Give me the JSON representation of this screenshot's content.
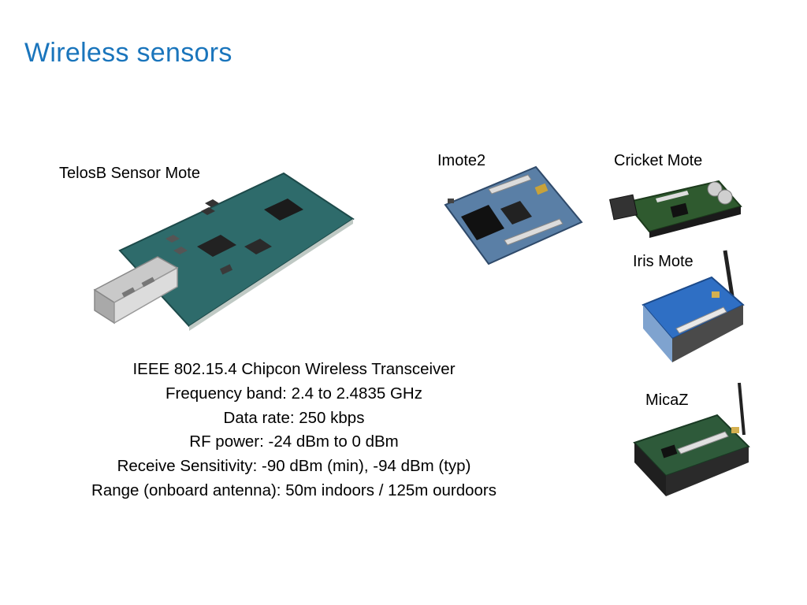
{
  "slide": {
    "title": "Wireless sensors"
  },
  "devices": {
    "telosb": "TelosB Sensor Mote",
    "imote2": "Imote2",
    "cricket": "Cricket Mote",
    "iris": "Iris Mote",
    "micaz": "MicaZ"
  },
  "specs": [
    "IEEE 802.15.4 Chipcon Wireless Transceiver",
    "Frequency band: 2.4 to 2.4835 GHz",
    "Data rate: 250 kbps",
    "RF power: -24 dBm to 0 dBm",
    "Receive Sensitivity: -90 dBm (min), -94 dBm (typ)",
    "Range (onboard antenna): 50m indoors / 125m ourdoors"
  ]
}
